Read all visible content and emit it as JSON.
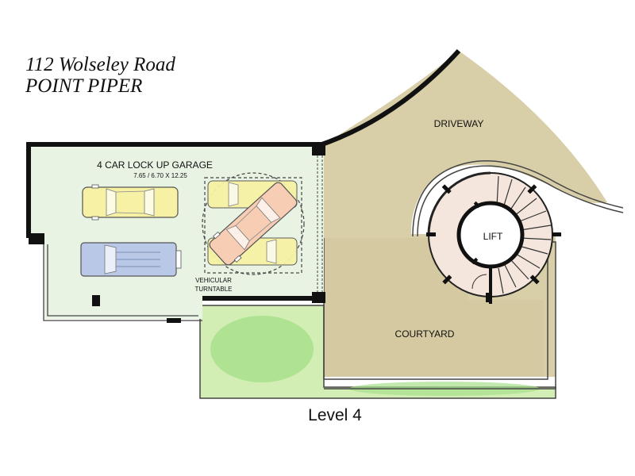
{
  "header": {
    "address_line1": "112  Wolseley Road",
    "address_line2": "POINT PIPER"
  },
  "labels": {
    "garage": "4 CAR LOCK UP GARAGE",
    "garage_dims": "7.65 / 6.70 X 12.25",
    "turntable_line1": "VEHICULAR",
    "turntable_line2": "TURNTABLE",
    "driveway": "DRIVEWAY",
    "lift": "LIFT",
    "courtyard": "COURTYARD"
  },
  "footer": {
    "level": "Level  4"
  },
  "colors": {
    "garage_floor": "#e8f3e4",
    "driveway": "#d7cda6",
    "courtyard": "#d4c9a0",
    "lawn": "#d2eeb4",
    "lawn_highlight": "#a6e08a",
    "lift_room": "#f4e6dc",
    "car_yellow": "#f6f1a4",
    "car_blue": "#b8c8e6",
    "car_orange": "#f7cdb4",
    "wall": "#111111"
  }
}
